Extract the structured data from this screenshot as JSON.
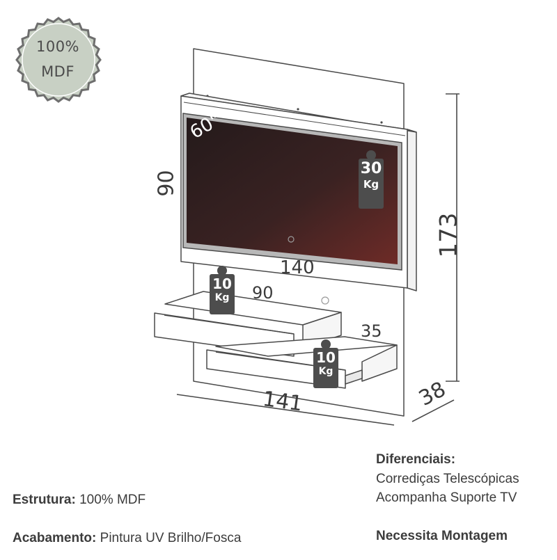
{
  "seal": {
    "line1": "100%",
    "line2": "MDF"
  },
  "tv": {
    "size_label": "60\""
  },
  "dimensions": {
    "tv_height": "90",
    "tv_width": "140",
    "total_height": "173",
    "total_width": "141",
    "depth": "38",
    "shelf_width": "90",
    "shelf_depth": "35"
  },
  "weights": {
    "tv": {
      "value": "30",
      "unit": "Kg"
    },
    "upper_shelf": {
      "value": "10",
      "unit": "Kg"
    },
    "lower_shelf": {
      "value": "10",
      "unit": "Kg"
    }
  },
  "specs": {
    "estrutura_label": "Estrutura:",
    "estrutura_value": "100% MDF",
    "acabamento_label": "Acabamento:",
    "acabamento_value": "Pintura UV Brilho/Fosca"
  },
  "diferenciais": {
    "title": "Diferenciais:",
    "items": [
      "Corrediças Telescópicas",
      "Acompanha Suporte TV"
    ],
    "montagem": "Necessita Montagem"
  },
  "colors": {
    "seal_fill": "#c8d0c4",
    "seal_stroke": "#6e6e6e",
    "screen_dark": "#2a1d1e",
    "screen_red": "#6b2a27",
    "line": "#4a4a4a"
  }
}
